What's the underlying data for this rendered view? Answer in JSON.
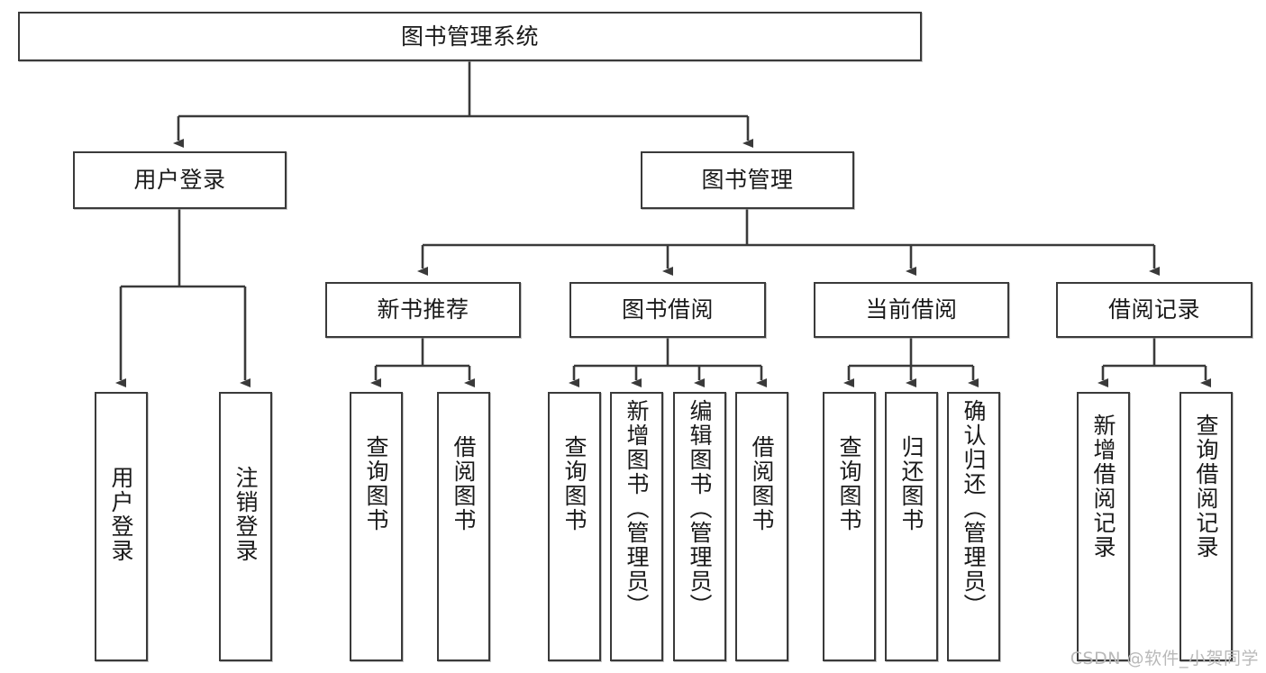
{
  "diagram": {
    "title": "图书管理系统",
    "type": "tree",
    "watermark": "CSDN @软件_小贺同学",
    "colors": {
      "stroke": "#3a3a3a",
      "fill": "#ffffff",
      "text": "#1a1a1a",
      "watermark": "#b9b9b9"
    },
    "nodes": {
      "root": {
        "label": "图书管理系统"
      },
      "level2": [
        {
          "id": "user-login",
          "label": "用户登录"
        },
        {
          "id": "book-management",
          "label": "图书管理"
        }
      ],
      "level3": [
        {
          "id": "new-book-recommend",
          "label": "新书推荐"
        },
        {
          "id": "book-borrow",
          "label": "图书借阅"
        },
        {
          "id": "current-borrow",
          "label": "当前借阅"
        },
        {
          "id": "borrow-record",
          "label": "借阅记录"
        }
      ],
      "leaves": {
        "user-login": [
          {
            "id": "leaf-user-login",
            "label": "用户登录"
          },
          {
            "id": "leaf-user-logout",
            "label": "注销登录"
          }
        ],
        "new-book-recommend": [
          {
            "id": "leaf-query-book-1",
            "label": "查询图书"
          },
          {
            "id": "leaf-borrow-book-1",
            "label": "借阅图书"
          }
        ],
        "book-borrow": [
          {
            "id": "leaf-query-book-2",
            "label": "查询图书"
          },
          {
            "id": "leaf-add-book-admin",
            "label": "新增图书（管理员）"
          },
          {
            "id": "leaf-edit-book-admin",
            "label": "编辑图书（管理员）"
          },
          {
            "id": "leaf-borrow-book-2",
            "label": "借阅图书"
          }
        ],
        "current-borrow": [
          {
            "id": "leaf-query-book-3",
            "label": "查询图书"
          },
          {
            "id": "leaf-return-book",
            "label": "归还图书"
          },
          {
            "id": "leaf-confirm-return-admin",
            "label": "确认归还（管理员）"
          }
        ],
        "borrow-record": [
          {
            "id": "leaf-add-borrow-record",
            "label": "新增借阅记录"
          },
          {
            "id": "leaf-query-borrow-record",
            "label": "查询借阅记录"
          }
        ]
      }
    }
  }
}
